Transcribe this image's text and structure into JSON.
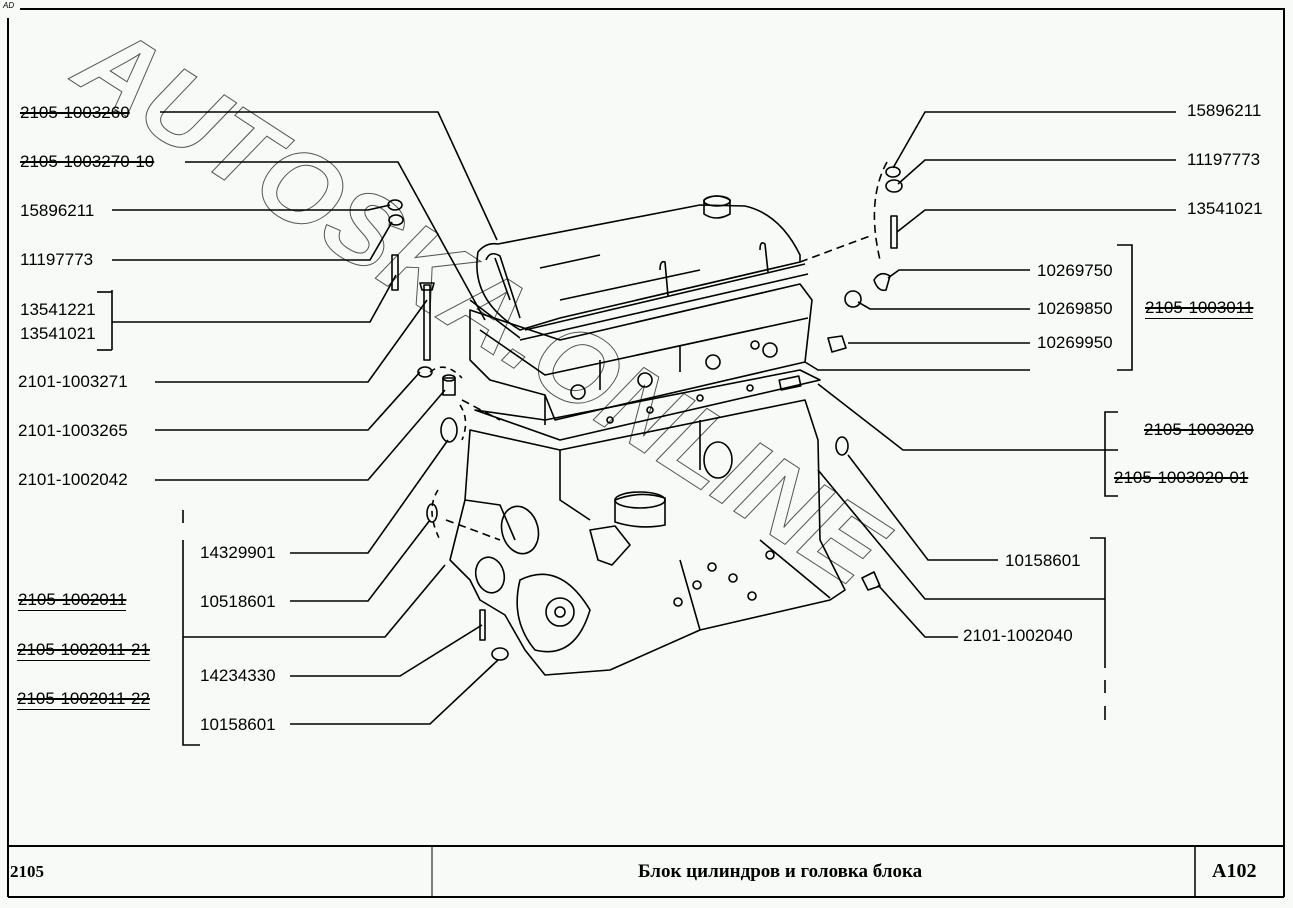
{
  "corner_mark": "AD",
  "watermark": "AUTOSKA.ONLINE",
  "title_block": {
    "model": "2105",
    "title": "Блок цилиндров и головка блока",
    "sheet": "A102"
  },
  "labels_left": [
    {
      "text": "2105-1003260",
      "style": "struck"
    },
    {
      "text": "2105-1003270-10",
      "style": "struck"
    },
    {
      "text": "15896211",
      "style": "normal"
    },
    {
      "text": "11197773",
      "style": "normal"
    },
    {
      "text": "13541221",
      "style": "normal"
    },
    {
      "text": "13541021",
      "style": "normal"
    },
    {
      "text": "2101-1003271",
      "style": "normal"
    },
    {
      "text": "2101-1003265",
      "style": "normal"
    },
    {
      "text": "2101-1002042",
      "style": "normal"
    }
  ],
  "labels_block_group": [
    {
      "text": "14329901"
    },
    {
      "text": "10518601"
    },
    {
      "text": "14234330"
    },
    {
      "text": "10158601"
    }
  ],
  "labels_block_assembly": [
    {
      "text": "2105-1002011",
      "style": "struck-underlined"
    },
    {
      "text": "2105-1002011-21",
      "style": "struck-underlined"
    },
    {
      "text": "2105-1002011-22",
      "style": "struck-underlined"
    }
  ],
  "labels_right": [
    {
      "text": "15896211"
    },
    {
      "text": "11197773"
    },
    {
      "text": "13541021"
    },
    {
      "text": "10269750"
    },
    {
      "text": "10269850"
    },
    {
      "text": "10269950"
    }
  ],
  "label_head_assembly": {
    "text": "2105-1003011",
    "style": "struck-underlined"
  },
  "labels_gasket": [
    {
      "text": "2105-1003020",
      "style": "struck"
    },
    {
      "text": "2105-1003020-01",
      "style": "struck"
    }
  ],
  "labels_right_lower": [
    {
      "text": "10158601"
    },
    {
      "text": "2101-1002040"
    }
  ],
  "colors": {
    "background": "#f8faf7",
    "ink": "#000000",
    "watermark": "#555555"
  }
}
